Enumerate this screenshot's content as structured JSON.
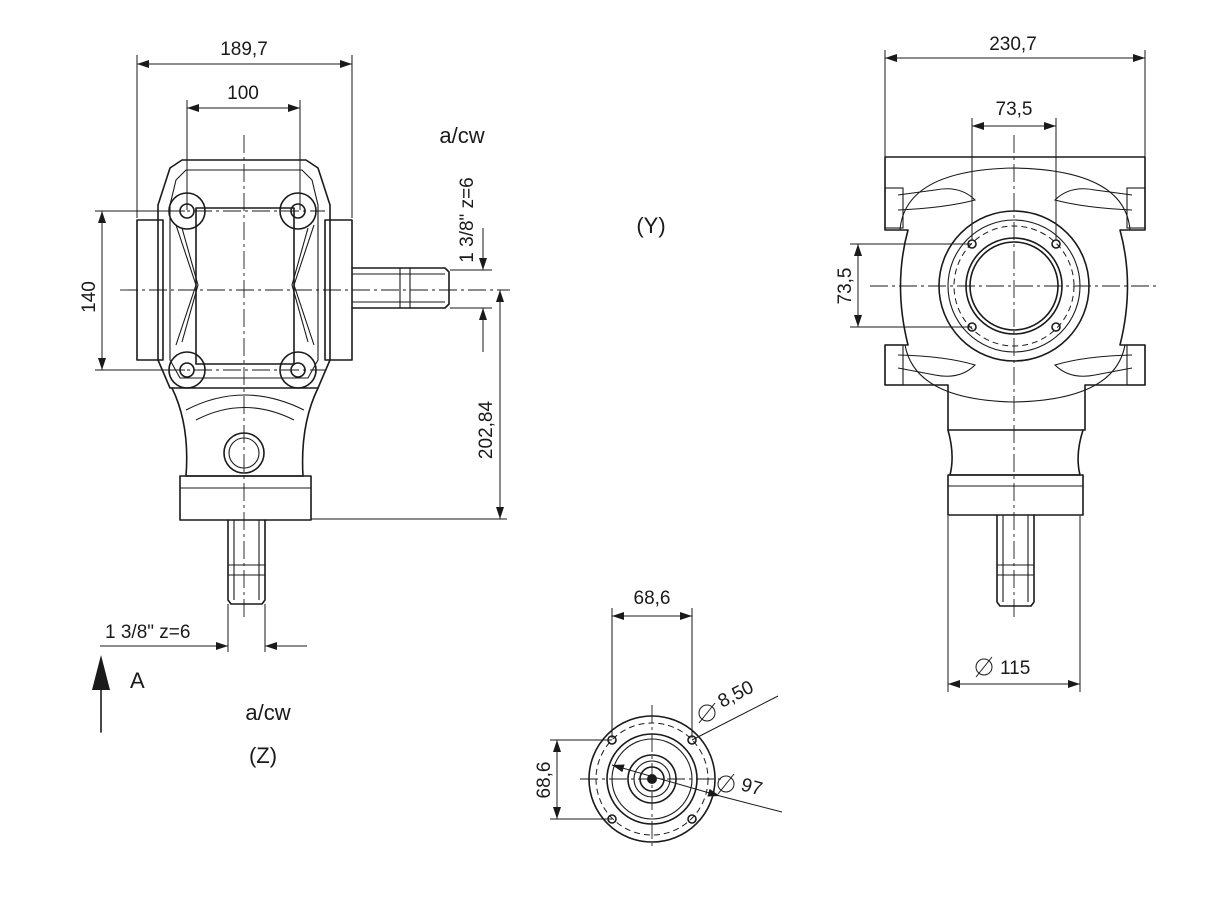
{
  "left_view": {
    "dim_overall_width": "189,7",
    "dim_bolt_spacing": "100",
    "dim_bolt_height": "140",
    "dim_shaft_height": "202,84",
    "side_shaft_spec": "1 3/8\" z=6",
    "side_shaft_rotation": "a/cw",
    "bottom_shaft_spec": "1 3/8\" z=6",
    "arrow_label": "A",
    "bottom_rotation": "a/cw",
    "view_label": "(Z)"
  },
  "right_view": {
    "view_label": "(Y)",
    "dim_overall_width": "230,7",
    "dim_bolt_horizontal": "73,5",
    "dim_bolt_vertical": "73,5",
    "dim_diameter": "115"
  },
  "flange_view": {
    "dim_width": "68,6",
    "dim_height": "68,6",
    "dim_hole_diameter": "8,50",
    "dim_circle_diameter": "97"
  }
}
